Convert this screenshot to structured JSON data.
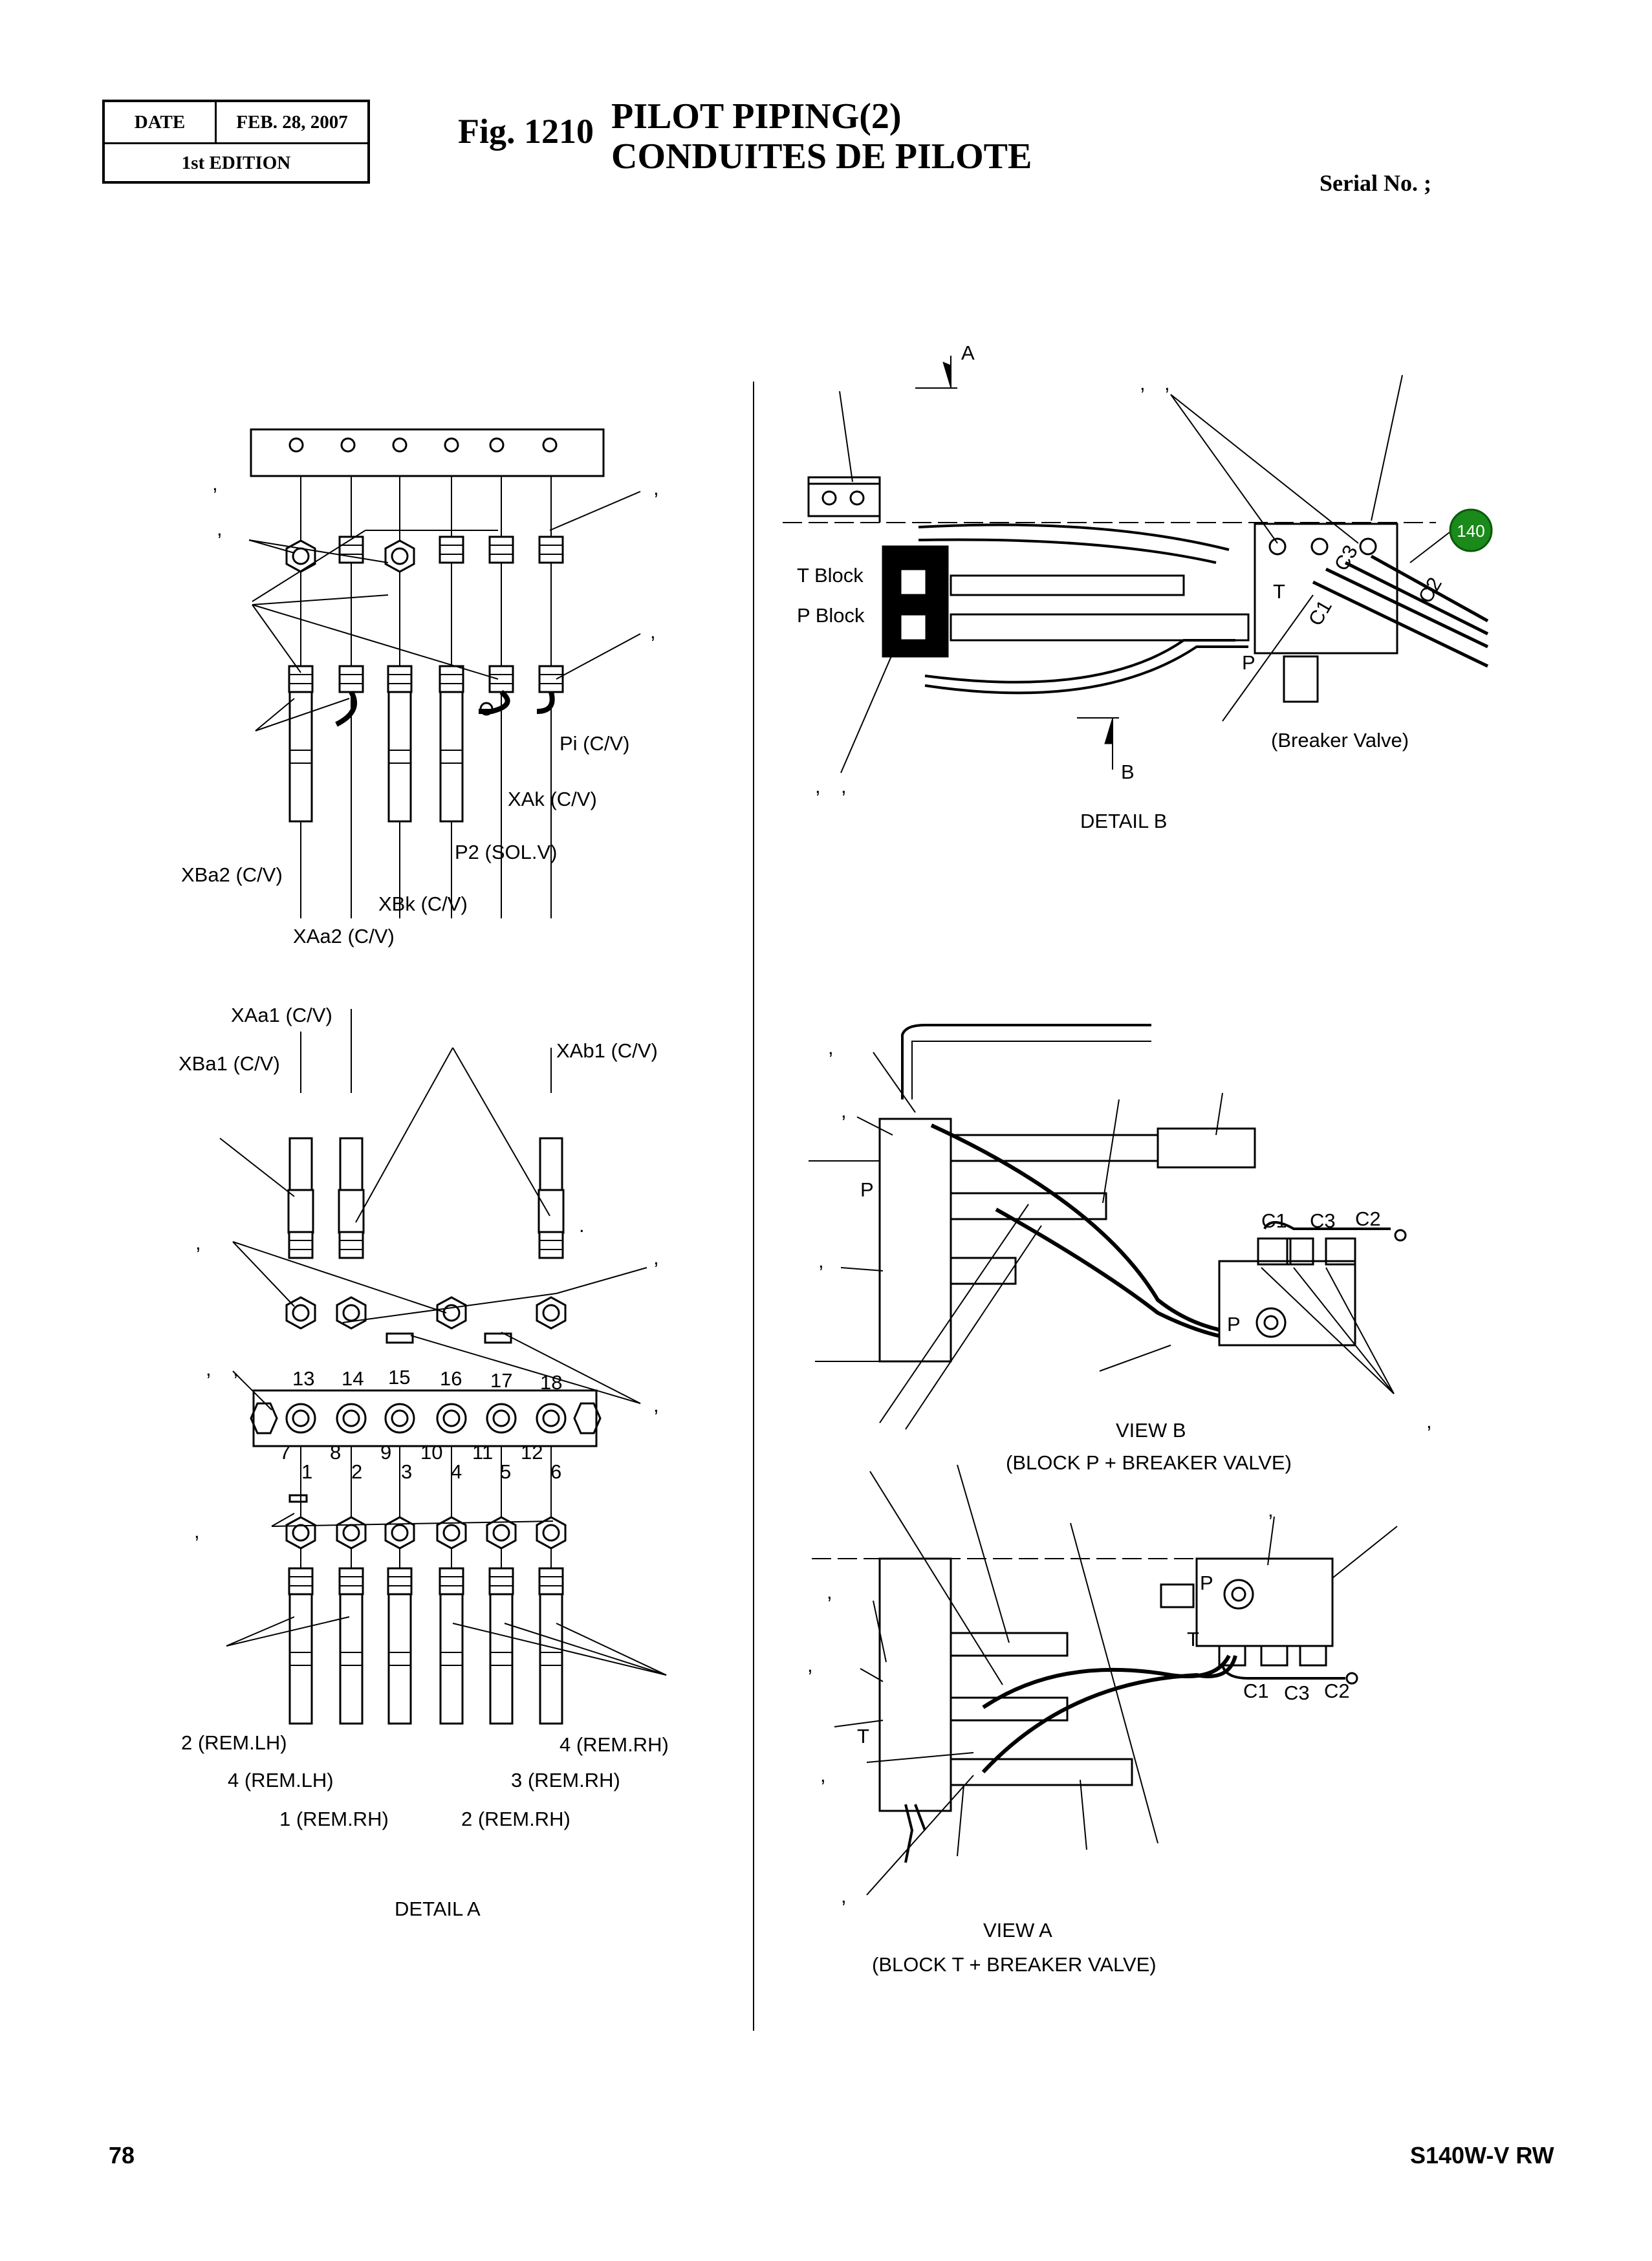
{
  "header": {
    "date_label": "DATE",
    "date_value": "FEB. 28, 2007",
    "edition": "1st EDITION"
  },
  "figure": {
    "number": "Fig. 1210",
    "title_en": "PILOT PIPING(2)",
    "title_fr": "CONDUITES DE PILOTE",
    "serial": "Serial No. ;"
  },
  "detail_a": {
    "caption": "DETAIL A",
    "upper_labels": [
      "Pi (C/V)",
      "XAk (C/V)",
      "P2 (SOL.V)",
      "XBa2 (C/V)",
      "XBk (C/V)",
      "XAa2 (C/V)"
    ],
    "lower_top_labels": [
      "XAa1 (C/V)",
      "XBa1 (C/V)",
      "XAb1 (C/V)"
    ],
    "port_numbers_top": [
      "13",
      "14",
      "15",
      "16",
      "17",
      "18"
    ],
    "port_numbers_mid": [
      "7",
      "8",
      "9",
      "10",
      "11",
      "12"
    ],
    "port_numbers_bottom": [
      "1",
      "2",
      "3",
      "4",
      "5",
      "6"
    ],
    "bottom_labels": [
      "2 (REM.LH)",
      "4 (REM.RH)",
      "4 (REM.LH)",
      "3 (REM.RH)",
      "1 (REM.RH)",
      "2 (REM.RH)"
    ]
  },
  "detail_b": {
    "caption": "DETAIL B",
    "labels": [
      "T Block",
      "P Block",
      "(Breaker Valve)",
      "A",
      "B",
      "T",
      "P",
      "C1",
      "C3",
      "C2"
    ],
    "callout_badge": "140"
  },
  "view_b": {
    "caption_line1": "VIEW B",
    "caption_line2": "(BLOCK P + BREAKER VALVE)",
    "labels": [
      "P",
      "C1",
      "C3",
      "C2",
      "P"
    ]
  },
  "view_a": {
    "caption_line1": "VIEW A",
    "caption_line2": "(BLOCK T + BREAKER VALVE)",
    "labels": [
      "P",
      "T",
      "C1",
      "C3",
      "C2",
      "T"
    ]
  },
  "footer": {
    "page": "78",
    "model": "S140W-V RW"
  },
  "colors": {
    "ink": "#000000",
    "badge": "#1a8a1a",
    "background": "#ffffff"
  }
}
